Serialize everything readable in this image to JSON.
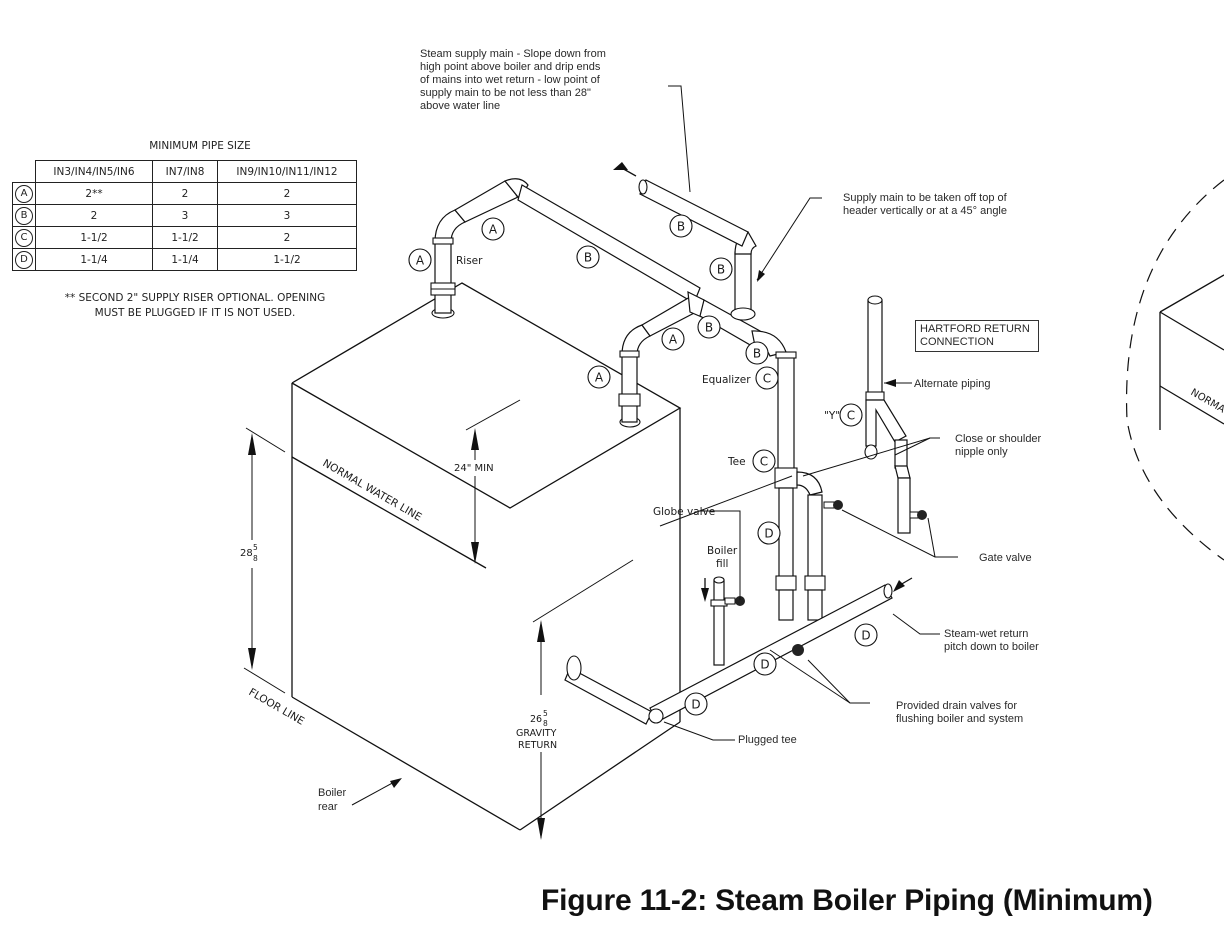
{
  "figure": {
    "caption": "Figure 11-2: Steam Boiler Piping (Minimum)"
  },
  "table": {
    "title": "MINIMUM PIPE SIZE",
    "columns": [
      "IN3/IN4/IN5/IN6",
      "IN7/IN8",
      "IN9/IN10/IN11/IN12"
    ],
    "rows": [
      {
        "label": "A",
        "values": [
          "2**",
          "2",
          "2"
        ]
      },
      {
        "label": "B",
        "values": [
          "2",
          "3",
          "3"
        ]
      },
      {
        "label": "C",
        "values": [
          "1-1/2",
          "1-1/2",
          "2"
        ]
      },
      {
        "label": "D",
        "values": [
          "1-1/4",
          "1-1/4",
          "1-1/2"
        ]
      }
    ],
    "note_line1": "** SECOND 2\" SUPPLY RISER OPTIONAL. OPENING",
    "note_line2": "MUST BE PLUGGED IF IT IS NOT USED."
  },
  "callouts": {
    "steam_supply_main": [
      "Steam supply main - Slope down from",
      "high point above boiler and drip ends",
      "of mains into wet return - low point of",
      "supply main to be not less than 28\"",
      "above water line"
    ],
    "supply_main_takeoff": [
      "Supply main to be taken off top of",
      "header vertically or at a 45° angle"
    ],
    "hartford": [
      "HARTFORD RETURN",
      "CONNECTION"
    ],
    "alternate_piping": "Alternate piping",
    "close_nipple": [
      "Close or shoulder",
      "nipple only"
    ],
    "gate_valve": "Gate valve",
    "steam_wet_return": [
      "Steam-wet return",
      "pitch down to boiler"
    ],
    "drain_valves": [
      "Provided drain valves for",
      "flushing boiler and system"
    ],
    "plugged_tee": "Plugged tee",
    "globe_valve": "Globe valve",
    "boiler_fill": [
      "Boiler",
      "fill"
    ],
    "riser": "Riser",
    "equalizer": "Equalizer",
    "tee": "Tee",
    "y_fitting": "\"Y\"",
    "boiler_rear": [
      "Boiler",
      "rear"
    ]
  },
  "dimensions": {
    "normal_water_line": "NORMAL WATER LINE",
    "floor_line": "FLOOR LINE",
    "min_24": "24\" MIN",
    "height_28": "28",
    "height_26": "26",
    "fraction_num": "5",
    "fraction_den": "8",
    "gravity_return": [
      "GRAVITY",
      "RETURN"
    ],
    "detail_water_line": "NORMA"
  },
  "pipe_labels": {
    "A": "A",
    "B": "B",
    "C": "C",
    "D": "D"
  }
}
